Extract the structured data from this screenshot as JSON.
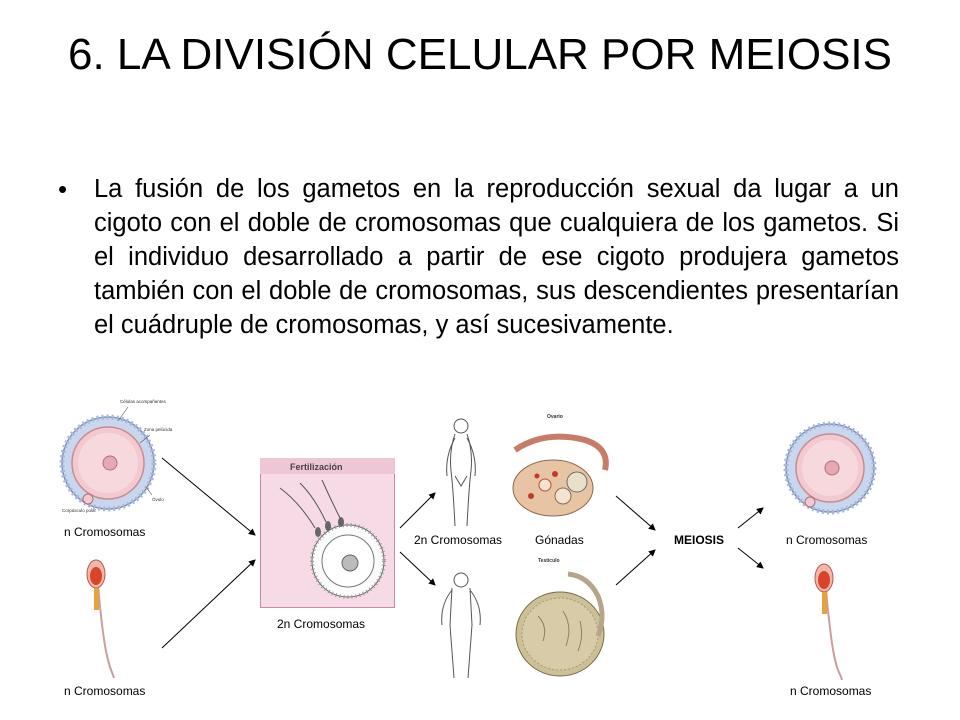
{
  "slide": {
    "title": "6. LA DIVISIÓN CELULAR POR MEIOSIS",
    "bullet": "La fusión de los gametos en la reproducción sexual da lugar a un cigoto con el doble de cromosomas que cualquiera de los gametos. Si el individuo desarrollado a partir de ese cigoto produjera gametos también con el doble de cromosomas, sus descendientes presentarían el cuádruple de cromosomas, y así sucesivamente."
  },
  "diagram": {
    "egg_left_label": "n Cromosomas",
    "sperm_left_label": "n Cromosomas",
    "fertilization_title": "Fertilización",
    "zygote_label": "2n Cromosomas",
    "individuals_label": "2n Cromosomas",
    "gonads_label": "Gónadas",
    "meiosis_label": "MEIOSIS",
    "egg_right_label": "n Cromosomas",
    "sperm_right_label": "n Cromosomas",
    "ovary_title": "Ovario",
    "testis_title": "Testículo",
    "egg_annotations": {
      "cells": "Células acompañantes",
      "zona": "Zona pelúcida",
      "polar": "Corpúsculo polar",
      "ovulo": "Óvulo"
    }
  }
}
